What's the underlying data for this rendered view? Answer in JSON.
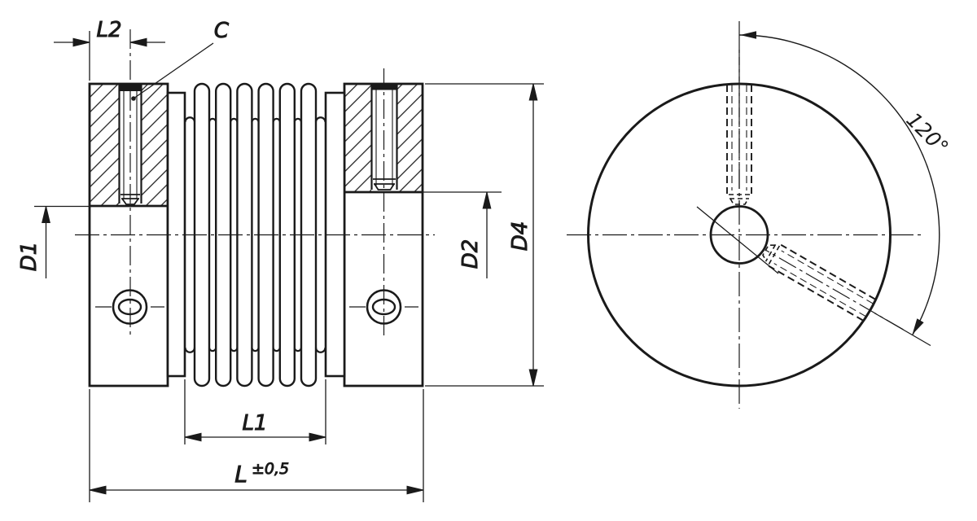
{
  "drawing": {
    "description": "Technical drawing of a metal bellows coupling with radial set screws: sectioned side view (left) and front view (right)",
    "background": "#ffffff",
    "line_color": "#1a1a1a"
  },
  "labels": {
    "l2": "L2",
    "c": "C",
    "d1": "D1",
    "d2": "D2",
    "d4": "D4",
    "l1": "L1",
    "l": "L",
    "l_tolerance": "±0,5",
    "angle": "120°"
  },
  "figure": {
    "convolutions": 6,
    "set_screw_angle_deg": 120
  }
}
